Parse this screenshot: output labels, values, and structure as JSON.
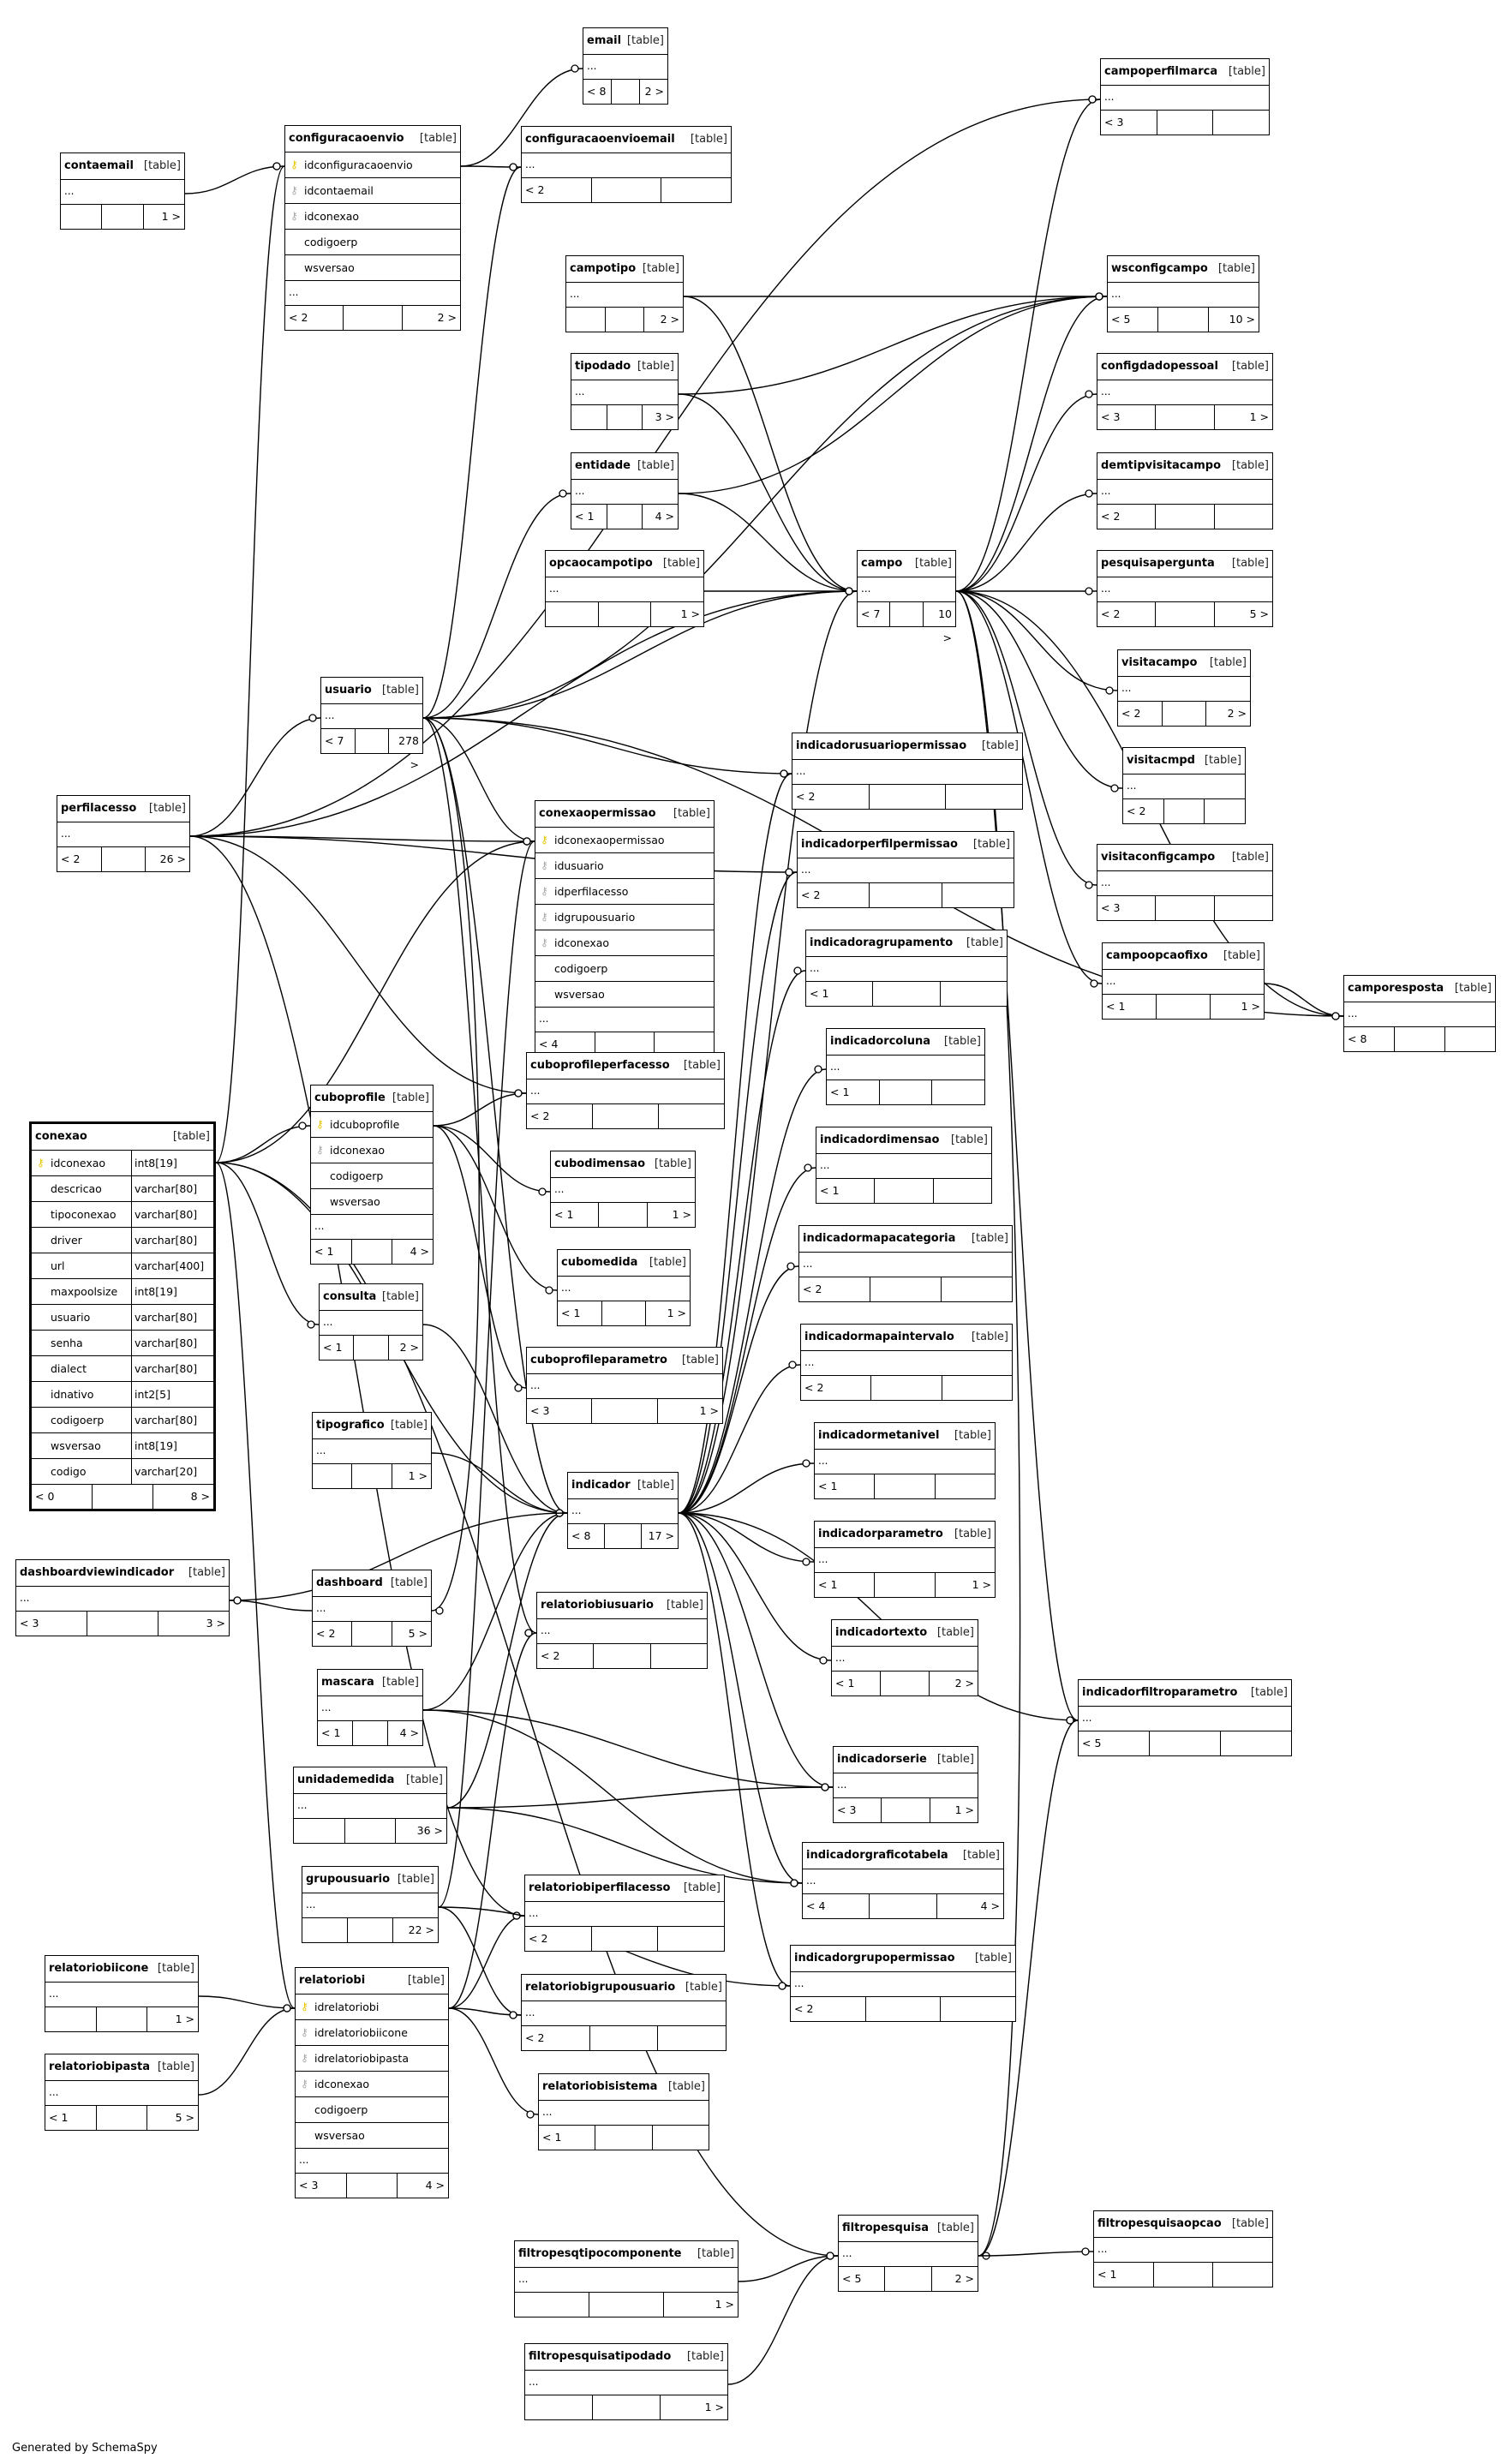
{
  "footer": "Generated by SchemaSpy",
  "tables": [
    {
      "id": "email",
      "name": "email",
      "type": "[table]",
      "columns": [],
      "parents": "< 8",
      "children": "2 >"
    },
    {
      "id": "configuracaoenvioemail",
      "name": "configuracaoenvioemail",
      "type": "[table]",
      "columns": [],
      "parents": "< 2",
      "children": ""
    },
    {
      "id": "configuracaoenvio",
      "name": "configuracaoenvio",
      "type": "[table]",
      "columns": [
        {
          "name": "idconfiguracaoenvio",
          "key": "pk"
        },
        {
          "name": "idcontaemail",
          "key": "fk"
        },
        {
          "name": "idconexao",
          "key": "fk"
        },
        {
          "name": "codigoerp",
          "key": ""
        },
        {
          "name": "wsversao",
          "key": ""
        }
      ],
      "parents": "< 2",
      "children": "2 >"
    },
    {
      "id": "contaemail",
      "name": "contaemail",
      "type": "[table]",
      "columns": [],
      "parents": "",
      "children": "1 >"
    },
    {
      "id": "campoperfilmarca",
      "name": "campoperfilmarca",
      "type": "[table]",
      "columns": [],
      "parents": "< 3",
      "children": ""
    },
    {
      "id": "campotipo",
      "name": "campotipo",
      "type": "[table]",
      "columns": [],
      "parents": "",
      "children": "2 >"
    },
    {
      "id": "wsconfigcampo",
      "name": "wsconfigcampo",
      "type": "[table]",
      "columns": [],
      "parents": "< 5",
      "children": "10 >"
    },
    {
      "id": "tipodado",
      "name": "tipodado",
      "type": "[table]",
      "columns": [],
      "parents": "",
      "children": "3 >"
    },
    {
      "id": "configdadopessoal",
      "name": "configdadopessoal",
      "type": "[table]",
      "columns": [],
      "parents": "< 3",
      "children": "1 >"
    },
    {
      "id": "entidade",
      "name": "entidade",
      "type": "[table]",
      "columns": [],
      "parents": "< 1",
      "children": "4 >"
    },
    {
      "id": "demtipvisitacampo",
      "name": "demtipvisitacampo",
      "type": "[table]",
      "columns": [],
      "parents": "< 2",
      "children": ""
    },
    {
      "id": "opcaocampotipo",
      "name": "opcaocampotipo",
      "type": "[table]",
      "columns": [],
      "parents": "",
      "children": "1 >"
    },
    {
      "id": "campo",
      "name": "campo",
      "type": "[table]",
      "columns": [],
      "parents": "< 7",
      "children": "10 >"
    },
    {
      "id": "pesquisapergunta",
      "name": "pesquisapergunta",
      "type": "[table]",
      "columns": [],
      "parents": "< 2",
      "children": "5 >"
    },
    {
      "id": "visitacampo",
      "name": "visitacampo",
      "type": "[table]",
      "columns": [],
      "parents": "< 2",
      "children": "2 >"
    },
    {
      "id": "usuario",
      "name": "usuario",
      "type": "[table]",
      "columns": [],
      "parents": "< 7",
      "children": "278 >"
    },
    {
      "id": "indicadorusuariopermissao",
      "name": "indicadorusuariopermissao",
      "type": "[table]",
      "columns": [],
      "parents": "< 2",
      "children": ""
    },
    {
      "id": "visitacmpd",
      "name": "visitacmpd",
      "type": "[table]",
      "columns": [],
      "parents": "< 2",
      "children": ""
    },
    {
      "id": "perfilacesso",
      "name": "perfilacesso",
      "type": "[table]",
      "columns": [],
      "parents": "< 2",
      "children": "26 >"
    },
    {
      "id": "conexaopermissao",
      "name": "conexaopermissao",
      "type": "[table]",
      "columns": [
        {
          "name": "idconexaopermissao",
          "key": "pk"
        },
        {
          "name": "idusuario",
          "key": "fk"
        },
        {
          "name": "idperfilacesso",
          "key": "fk"
        },
        {
          "name": "idgrupousuario",
          "key": "fk"
        },
        {
          "name": "idconexao",
          "key": "fk"
        },
        {
          "name": "codigoerp",
          "key": ""
        },
        {
          "name": "wsversao",
          "key": ""
        }
      ],
      "parents": "< 4",
      "children": ""
    },
    {
      "id": "indicadorperfilpermissao",
      "name": "indicadorperfilpermissao",
      "type": "[table]",
      "columns": [],
      "parents": "< 2",
      "children": ""
    },
    {
      "id": "visitaconfigcampo",
      "name": "visitaconfigcampo",
      "type": "[table]",
      "columns": [],
      "parents": "< 3",
      "children": ""
    },
    {
      "id": "indicadoragrupamento",
      "name": "indicadoragrupamento",
      "type": "[table]",
      "columns": [],
      "parents": "< 1",
      "children": ""
    },
    {
      "id": "campoopcaofixo",
      "name": "campoopcaofixo",
      "type": "[table]",
      "columns": [],
      "parents": "< 1",
      "children": "1 >"
    },
    {
      "id": "camporesposta",
      "name": "camporesposta",
      "type": "[table]",
      "columns": [],
      "parents": "< 8",
      "children": ""
    },
    {
      "id": "indicadorcoluna",
      "name": "indicadorcoluna",
      "type": "[table]",
      "columns": [],
      "parents": "< 1",
      "children": ""
    },
    {
      "id": "cuboprofileperfacesso",
      "name": "cuboprofileperfacesso",
      "type": "[table]",
      "columns": [],
      "parents": "< 2",
      "children": ""
    },
    {
      "id": "conexao",
      "name": "conexao",
      "type": "[table]",
      "bold": true,
      "columns": [
        {
          "name": "idconexao",
          "key": "pk",
          "dtype": "int8[19]"
        },
        {
          "name": "descricao",
          "key": "",
          "dtype": "varchar[80]"
        },
        {
          "name": "tipoconexao",
          "key": "",
          "dtype": "varchar[80]"
        },
        {
          "name": "driver",
          "key": "",
          "dtype": "varchar[80]"
        },
        {
          "name": "url",
          "key": "",
          "dtype": "varchar[400]"
        },
        {
          "name": "maxpoolsize",
          "key": "",
          "dtype": "int8[19]"
        },
        {
          "name": "usuario",
          "key": "",
          "dtype": "varchar[80]"
        },
        {
          "name": "senha",
          "key": "",
          "dtype": "varchar[80]"
        },
        {
          "name": "dialect",
          "key": "",
          "dtype": "varchar[80]"
        },
        {
          "name": "idnativo",
          "key": "",
          "dtype": "int2[5]"
        },
        {
          "name": "codigoerp",
          "key": "",
          "dtype": "varchar[80]"
        },
        {
          "name": "wsversao",
          "key": "",
          "dtype": "int8[19]"
        },
        {
          "name": "codigo",
          "key": "",
          "dtype": "varchar[20]"
        }
      ],
      "parents": "< 0",
      "children": "8 >"
    },
    {
      "id": "cuboprofile",
      "name": "cuboprofile",
      "type": "[table]",
      "columns": [
        {
          "name": "idcuboprofile",
          "key": "pk"
        },
        {
          "name": "idconexao",
          "key": "fk"
        },
        {
          "name": "codigoerp",
          "key": ""
        },
        {
          "name": "wsversao",
          "key": ""
        }
      ],
      "parents": "< 1",
      "children": "4 >"
    },
    {
      "id": "indicadordimensao",
      "name": "indicadordimensao",
      "type": "[table]",
      "columns": [],
      "parents": "< 1",
      "children": ""
    },
    {
      "id": "cubodimensao",
      "name": "cubodimensao",
      "type": "[table]",
      "columns": [],
      "parents": "< 1",
      "children": "1 >"
    },
    {
      "id": "indicadormapacategoria",
      "name": "indicadormapacategoria",
      "type": "[table]",
      "columns": [],
      "parents": "< 2",
      "children": ""
    },
    {
      "id": "cubomedida",
      "name": "cubomedida",
      "type": "[table]",
      "columns": [],
      "parents": "< 1",
      "children": "1 >"
    },
    {
      "id": "consulta",
      "name": "consulta",
      "type": "[table]",
      "columns": [],
      "parents": "< 1",
      "children": "2 >"
    },
    {
      "id": "indicadormapaintervalo",
      "name": "indicadormapaintervalo",
      "type": "[table]",
      "columns": [],
      "parents": "< 2",
      "children": ""
    },
    {
      "id": "cuboprofileparametro",
      "name": "cuboprofileparametro",
      "type": "[table]",
      "columns": [],
      "parents": "< 3",
      "children": "1 >"
    },
    {
      "id": "tipografico",
      "name": "tipografico",
      "type": "[table]",
      "columns": [],
      "parents": "",
      "children": "1 >"
    },
    {
      "id": "indicadormetanivel",
      "name": "indicadormetanivel",
      "type": "[table]",
      "columns": [],
      "parents": "< 1",
      "children": ""
    },
    {
      "id": "indicador",
      "name": "indicador",
      "type": "[table]",
      "columns": [],
      "parents": "< 8",
      "children": "17 >"
    },
    {
      "id": "indicadorparametro",
      "name": "indicadorparametro",
      "type": "[table]",
      "columns": [],
      "parents": "< 1",
      "children": "1 >"
    },
    {
      "id": "dashboardviewindicador",
      "name": "dashboardviewindicador",
      "type": "[table]",
      "columns": [],
      "parents": "< 3",
      "children": "3 >"
    },
    {
      "id": "dashboard",
      "name": "dashboard",
      "type": "[table]",
      "columns": [],
      "parents": "< 2",
      "children": "5 >"
    },
    {
      "id": "relatoriobiusuario",
      "name": "relatoriobiusuario",
      "type": "[table]",
      "columns": [],
      "parents": "< 2",
      "children": ""
    },
    {
      "id": "indicadortexto",
      "name": "indicadortexto",
      "type": "[table]",
      "columns": [],
      "parents": "< 1",
      "children": "2 >"
    },
    {
      "id": "mascara",
      "name": "mascara",
      "type": "[table]",
      "columns": [],
      "parents": "< 1",
      "children": "4 >"
    },
    {
      "id": "indicadorfiltroparametro",
      "name": "indicadorfiltroparametro",
      "type": "[table]",
      "columns": [],
      "parents": "< 5",
      "children": ""
    },
    {
      "id": "indicadorserie",
      "name": "indicadorserie",
      "type": "[table]",
      "columns": [],
      "parents": "< 3",
      "children": "1 >"
    },
    {
      "id": "unidademedida",
      "name": "unidademedida",
      "type": "[table]",
      "columns": [],
      "parents": "",
      "children": "36 >"
    },
    {
      "id": "indicadorgraficotabela",
      "name": "indicadorgraficotabela",
      "type": "[table]",
      "columns": [],
      "parents": "< 4",
      "children": "4 >"
    },
    {
      "id": "grupousuario",
      "name": "grupousuario",
      "type": "[table]",
      "columns": [],
      "parents": "",
      "children": "22 >"
    },
    {
      "id": "relatoriobiperfilacesso",
      "name": "relatoriobiperfilacesso",
      "type": "[table]",
      "columns": [],
      "parents": "< 2",
      "children": ""
    },
    {
      "id": "indicadorgrupopermissao",
      "name": "indicadorgrupopermissao",
      "type": "[table]",
      "columns": [],
      "parents": "< 2",
      "children": ""
    },
    {
      "id": "relatoriobiicone",
      "name": "relatoriobiicone",
      "type": "[table]",
      "columns": [],
      "parents": "",
      "children": "1 >"
    },
    {
      "id": "relatoriobi",
      "name": "relatoriobi",
      "type": "[table]",
      "columns": [
        {
          "name": "idrelatoriobi",
          "key": "pk"
        },
        {
          "name": "idrelatoriobiicone",
          "key": "fk"
        },
        {
          "name": "idrelatoriobipasta",
          "key": "fk"
        },
        {
          "name": "idconexao",
          "key": "fk"
        },
        {
          "name": "codigoerp",
          "key": ""
        },
        {
          "name": "wsversao",
          "key": ""
        }
      ],
      "parents": "< 3",
      "children": "4 >"
    },
    {
      "id": "relatoriobigrupousuario",
      "name": "relatoriobigrupousuario",
      "type": "[table]",
      "columns": [],
      "parents": "< 2",
      "children": ""
    },
    {
      "id": "relatoriobipasta",
      "name": "relatoriobipasta",
      "type": "[table]",
      "columns": [],
      "parents": "< 1",
      "children": "5 >"
    },
    {
      "id": "relatoriobisistema",
      "name": "relatoriobisistema",
      "type": "[table]",
      "columns": [],
      "parents": "< 1",
      "children": ""
    },
    {
      "id": "filtropesquisa",
      "name": "filtropesquisa",
      "type": "[table]",
      "columns": [],
      "parents": "< 5",
      "children": "2 >"
    },
    {
      "id": "filtropesquisaopcao",
      "name": "filtropesquisaopcao",
      "type": "[table]",
      "columns": [],
      "parents": "< 1",
      "children": ""
    },
    {
      "id": "filtropesqtipocomponente",
      "name": "filtropesqtipocomponente",
      "type": "[table]",
      "columns": [],
      "parents": "",
      "children": "1 >"
    },
    {
      "id": "filtropesquisatipodado",
      "name": "filtropesquisatipodado",
      "type": "[table]",
      "columns": [],
      "parents": "",
      "children": "1 >"
    }
  ],
  "relationships": [
    [
      "email",
      "configuracaoenvio"
    ],
    [
      "configuracaoenvioemail",
      "configuracaoenvio"
    ],
    [
      "configuracaoenvioemail",
      "usuario"
    ],
    [
      "configuracaoenvio",
      "contaemail"
    ],
    [
      "configuracaoenvio",
      "conexao"
    ],
    [
      "campoperfilmarca",
      "campo"
    ],
    [
      "campoperfilmarca",
      "perfilacesso"
    ],
    [
      "wsconfigcampo",
      "campotipo"
    ],
    [
      "wsconfigcampo",
      "tipodado"
    ],
    [
      "wsconfigcampo",
      "entidade"
    ],
    [
      "wsconfigcampo",
      "campo"
    ],
    [
      "wsconfigcampo",
      "usuario"
    ],
    [
      "configdadopessoal",
      "campo"
    ],
    [
      "demtipvisitacampo",
      "campo"
    ],
    [
      "pesquisapergunta",
      "campo"
    ],
    [
      "visitacampo",
      "campo"
    ],
    [
      "visitacmpd",
      "campo"
    ],
    [
      "visitaconfigcampo",
      "campo"
    ],
    [
      "campoopcaofixo",
      "campo"
    ],
    [
      "camporesposta",
      "campoopcaofixo"
    ],
    [
      "camporesposta",
      "campo"
    ],
    [
      "camporesposta",
      "usuario"
    ],
    [
      "campo",
      "campotipo"
    ],
    [
      "campo",
      "tipodado"
    ],
    [
      "campo",
      "entidade"
    ],
    [
      "campo",
      "opcaocampotipo"
    ],
    [
      "campo",
      "usuario"
    ],
    [
      "campo",
      "perfilacesso"
    ],
    [
      "campo",
      "indicador"
    ],
    [
      "entidade",
      "usuario"
    ],
    [
      "usuario",
      "perfilacesso"
    ],
    [
      "indicadorusuariopermissao",
      "usuario"
    ],
    [
      "indicadorusuariopermissao",
      "indicador"
    ],
    [
      "indicadorperfilpermissao",
      "perfilacesso"
    ],
    [
      "indicadorperfilpermissao",
      "indicador"
    ],
    [
      "conexaopermissao",
      "usuario"
    ],
    [
      "conexaopermissao",
      "perfilacesso"
    ],
    [
      "conexaopermissao",
      "grupousuario"
    ],
    [
      "conexaopermissao",
      "conexao"
    ],
    [
      "cuboprofileperfacesso",
      "cuboprofile"
    ],
    [
      "cuboprofileperfacesso",
      "perfilacesso"
    ],
    [
      "cuboprofile",
      "conexao"
    ],
    [
      "cubodimensao",
      "cuboprofile"
    ],
    [
      "cubomedida",
      "cuboprofile"
    ],
    [
      "cuboprofileparametro",
      "cuboprofile"
    ],
    [
      "consulta",
      "conexao"
    ],
    [
      "indicadoragrupamento",
      "indicador"
    ],
    [
      "indicadorcoluna",
      "indicador"
    ],
    [
      "indicadordimensao",
      "indicador"
    ],
    [
      "indicadormapacategoria",
      "indicador"
    ],
    [
      "indicadormapaintervalo",
      "indicador"
    ],
    [
      "indicadormetanivel",
      "indicador"
    ],
    [
      "indicadorparametro",
      "indicador"
    ],
    [
      "indicadortexto",
      "indicador"
    ],
    [
      "indicadorserie",
      "indicador"
    ],
    [
      "indicadorgraficotabela",
      "indicador"
    ],
    [
      "indicadorgrupopermissao",
      "indicador"
    ],
    [
      "indicadorfiltroparametro",
      "indicador"
    ],
    [
      "indicador",
      "tipografico"
    ],
    [
      "indicador",
      "consulta"
    ],
    [
      "indicador",
      "conexao"
    ],
    [
      "indicador",
      "mascara"
    ],
    [
      "indicador",
      "unidademedida"
    ],
    [
      "indicador",
      "usuario"
    ],
    [
      "dashboardviewindicador",
      "dashboard"
    ],
    [
      "dashboardviewindicador",
      "indicador"
    ],
    [
      "dashboard",
      "usuario"
    ],
    [
      "relatoriobiusuario",
      "usuario"
    ],
    [
      "relatoriobiusuario",
      "relatoriobi"
    ],
    [
      "indicadorserie",
      "mascara"
    ],
    [
      "indicadorserie",
      "unidademedida"
    ],
    [
      "indicadorgraficotabela",
      "mascara"
    ],
    [
      "indicadorgraficotabela",
      "unidademedida"
    ],
    [
      "relatoriobiperfilacesso",
      "perfilacesso"
    ],
    [
      "relatoriobiperfilacesso",
      "relatoriobi"
    ],
    [
      "relatoriobigrupousuario",
      "grupousuario"
    ],
    [
      "relatoriobigrupousuario",
      "relatoriobi"
    ],
    [
      "relatoriobisistema",
      "relatoriobi"
    ],
    [
      "indicadorgrupopermissao",
      "grupousuario"
    ],
    [
      "relatoriobi",
      "relatoriobiicone"
    ],
    [
      "relatoriobi",
      "relatoriobipasta"
    ],
    [
      "relatoriobi",
      "conexao"
    ],
    [
      "filtropesquisa",
      "filtropesqtipocomponente"
    ],
    [
      "filtropesquisa",
      "filtropesquisatipodado"
    ],
    [
      "filtropesquisa",
      "campo"
    ],
    [
      "filtropesquisa",
      "conexao"
    ],
    [
      "filtropesquisaopcao",
      "filtropesquisa"
    ],
    [
      "indicadorfiltroparametro",
      "filtropesquisa"
    ],
    [
      "indicadorfiltroparametro",
      "campo"
    ]
  ]
}
